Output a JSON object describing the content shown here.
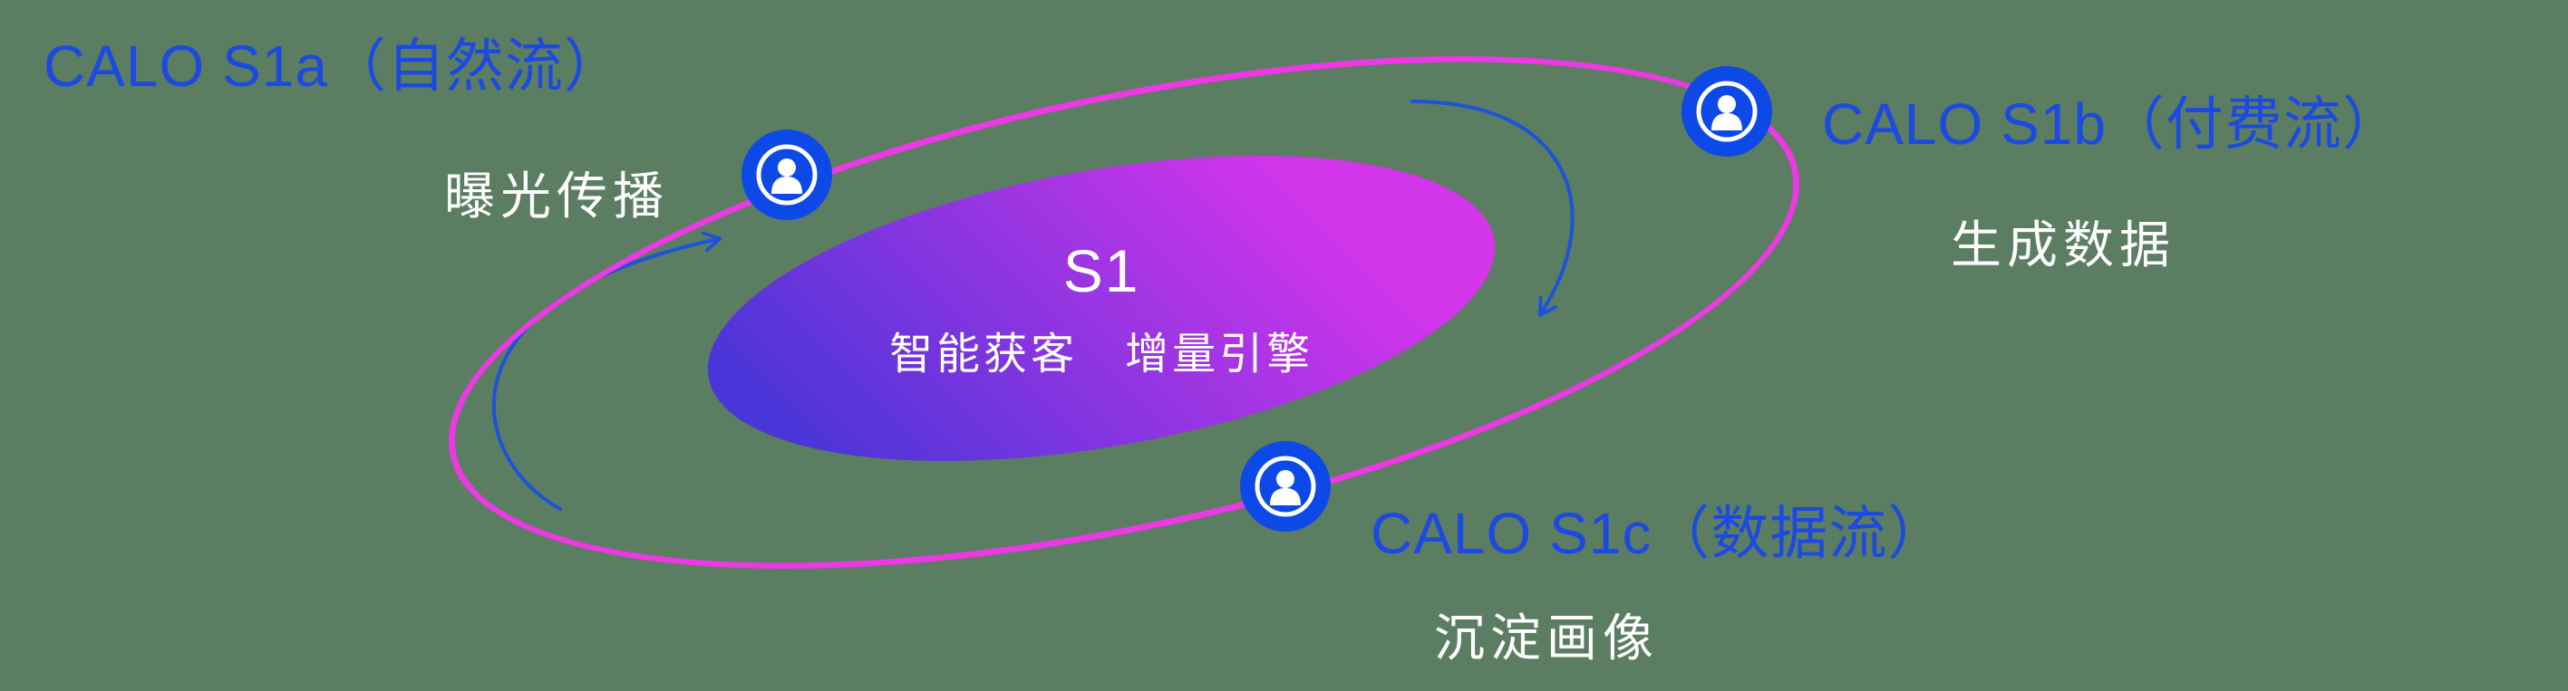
{
  "center": {
    "title": "S1",
    "subtitle": "智能获客　增量引擎"
  },
  "nodes": {
    "s1a": {
      "label": "CALO S1a（自然流）",
      "sublabel": "曝光传播"
    },
    "s1b": {
      "label": "CALO S1b（付费流）",
      "sublabel": "生成数据"
    },
    "s1c": {
      "label": "CALO S1c（数据流）",
      "sublabel": "沉淀画像"
    }
  },
  "icons": {
    "node_icon": "user-in-circle-icon"
  },
  "colors": {
    "canvas": "#5b7d62",
    "label": "#1c4ae1",
    "sublabel": "#ffffff",
    "orbit": "#ec39e3",
    "icon": "#0d49e6",
    "core_from": "#4a35d8",
    "core_to": "#d335ea",
    "core_text": "#ffffff",
    "arrow": "#1d53d9"
  }
}
